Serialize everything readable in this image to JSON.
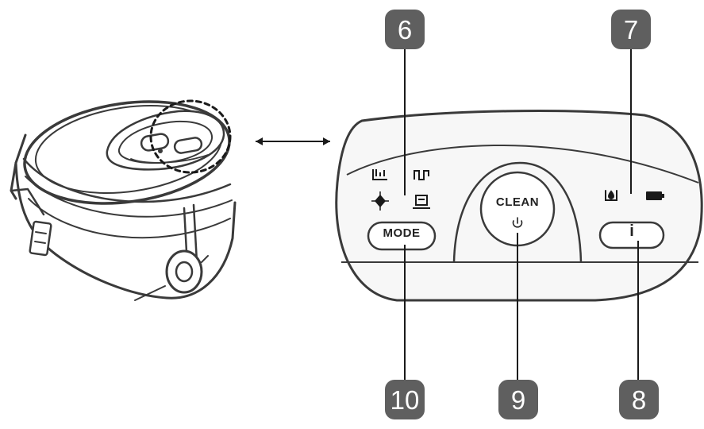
{
  "callouts": {
    "mode": "10",
    "mode_indicators": "6",
    "clean": "9",
    "status_indicators": "7",
    "info": "8"
  },
  "panel": {
    "mode_button_label": "MODE",
    "clean_button_label": "CLEAN",
    "info_button_label": "i"
  },
  "icons": {
    "clean_power": "power-icon",
    "water_level": "water-drop-icon",
    "battery": "battery-icon",
    "edge_mode": "edge-cleaning-icon",
    "zigzag_mode": "zigzag-cleaning-icon",
    "spot_mode": "spot-cleaning-icon",
    "area_mode": "area-cleaning-icon"
  }
}
